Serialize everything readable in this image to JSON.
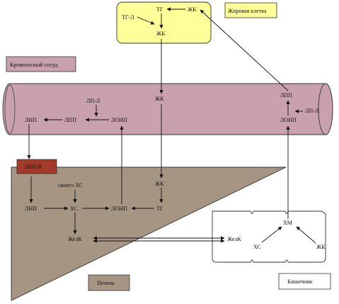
{
  "title_boxes": {
    "fat_cell": "Жировая клетка",
    "blood_vessel": "Кровеносный сосуд",
    "liver": "Печень",
    "intestine": "Кишечник",
    "ldl_receptor": "ЛНП-R"
  },
  "fat_cell_labels": {
    "tg": "ТГ",
    "fa_in": "ЖК",
    "tg_l": "ТГ-Л",
    "fa_out": "ЖК"
  },
  "vessel_labels": {
    "lp_l_left": "ЛП-Л",
    "ldl": "ЛНП",
    "idl": "ЛПП",
    "vldl": "ЛОНП",
    "fa": "ЖК",
    "ldl_right": "ЛПП",
    "lp_l_right": "ЛП-Л",
    "vldl_right": "ЛОНП"
  },
  "liver_labels": {
    "synth_chol": "синтез ХС",
    "ldl": "ЛНП",
    "chol": "ХС",
    "vldl": "ЛОНП",
    "tg": "ТГ",
    "fa_top": "ЖК",
    "bile": "ЖелК"
  },
  "intestine_labels": {
    "chylomicron": "ХМ",
    "bile": "ЖелК",
    "chol": "ХС",
    "fa": "ЖК"
  },
  "colors": {
    "fat_cell_fill": "#ffff99",
    "vessel_fill": "#c8a0ae",
    "liver_fill": "#a69582",
    "receptor_fill": "#a33b2a",
    "label_box_fill": "#c8a0ae"
  }
}
